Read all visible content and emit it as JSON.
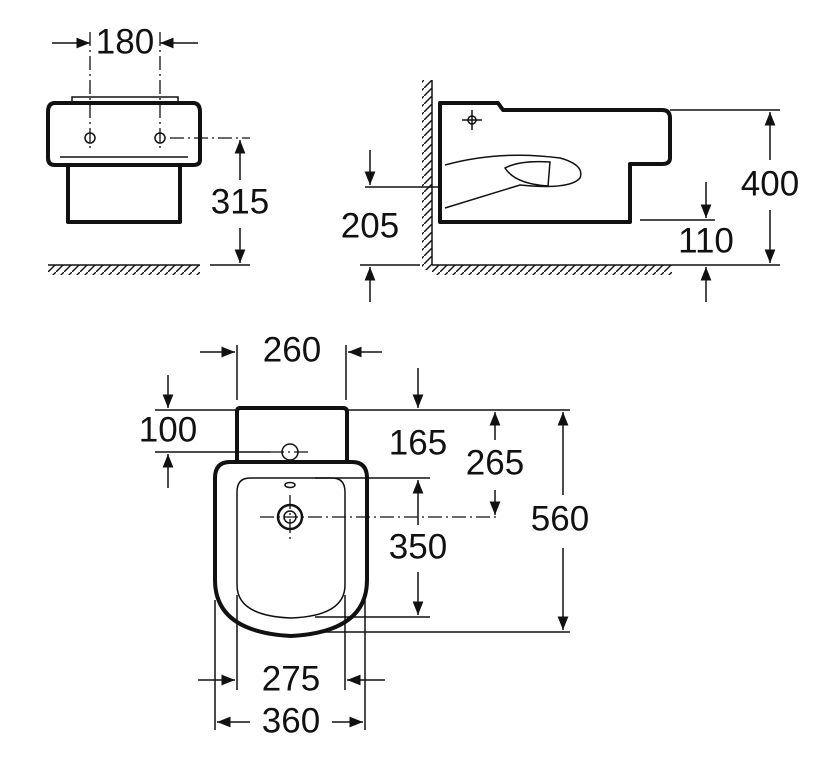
{
  "drawing": {
    "front_view": {
      "hole_spacing": "180",
      "hole_height": "315"
    },
    "side_view": {
      "total_height": "400",
      "bottom_clearance": "110",
      "outlet_height": "205"
    },
    "top_view": {
      "tank_width": "260",
      "tank_hole_offset": "100",
      "wall_to_hole": "165",
      "wall_to_center": "265",
      "total_depth": "560",
      "opening_length": "350",
      "opening_width": "275",
      "total_width": "360"
    }
  }
}
